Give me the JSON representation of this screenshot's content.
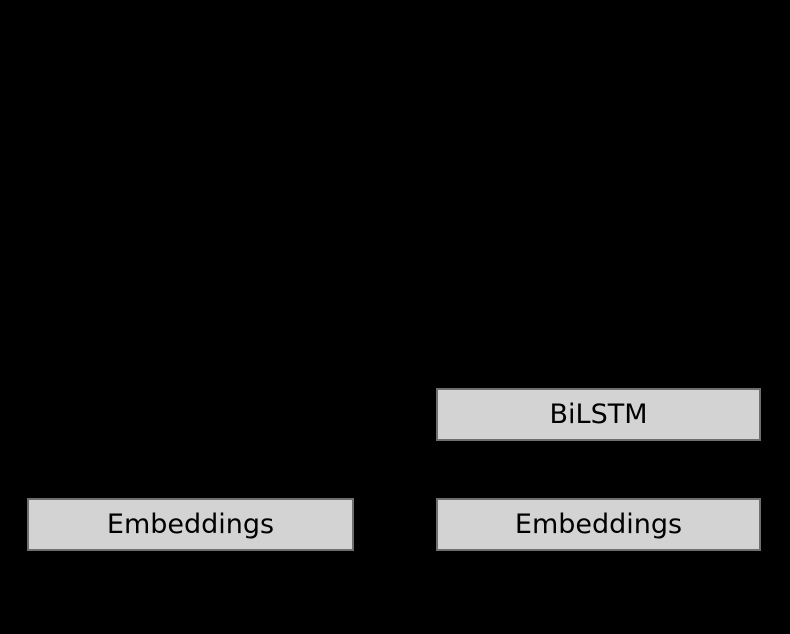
{
  "figure": {
    "background_color": "#000000",
    "node_fill_color": "#d3d3d3",
    "node_border_color": "#6f6f6f",
    "node_text_color": "#000000",
    "nodes": [
      {
        "id": "bilstm",
        "label": "BiLSTM",
        "column": "right",
        "row": "upper"
      },
      {
        "id": "embeddings-left",
        "label": "Embeddings",
        "column": "left",
        "row": "lower"
      },
      {
        "id": "embeddings-right",
        "label": "Embeddings",
        "column": "right",
        "row": "lower"
      }
    ]
  }
}
